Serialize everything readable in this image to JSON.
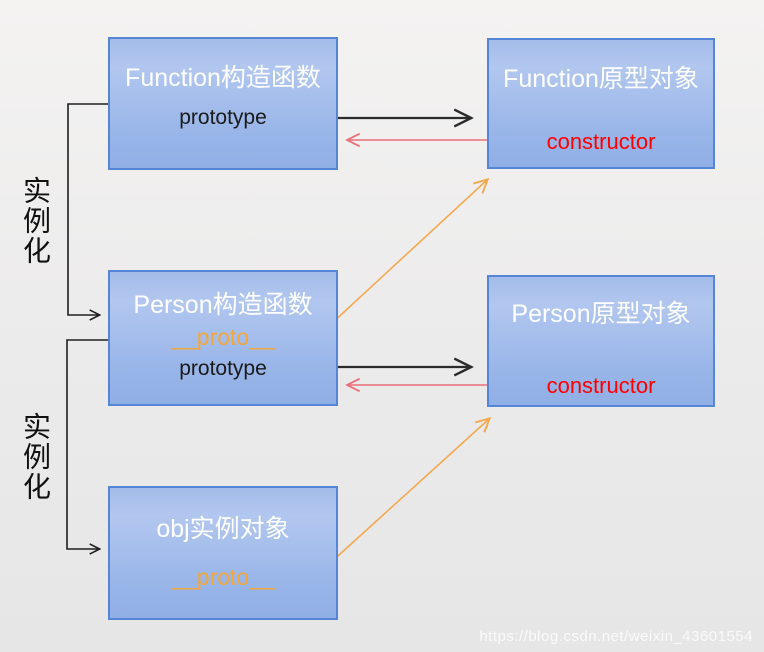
{
  "boxes": {
    "function_constructor": {
      "title": "Function构造函数",
      "prototype_label": "prototype"
    },
    "function_prototype": {
      "title": "Function原型对象",
      "constructor_label": "constructor"
    },
    "person_constructor": {
      "title": "Person构造函数",
      "proto_label": "__proto__",
      "prototype_label": "prototype"
    },
    "person_prototype": {
      "title": "Person原型对象",
      "constructor_label": "constructor"
    },
    "obj_instance": {
      "title": "obj实例对象",
      "proto_label": "__proto__"
    }
  },
  "labels": {
    "instantiate_top": "实例化",
    "instantiate_bottom": "实例化"
  },
  "watermark": "https://blog.csdn.net/weixin_43601554",
  "colors": {
    "box_border": "#5585d6",
    "box_fill_light": "#b2c7ef",
    "box_fill_dark": "#90afe5",
    "title_text": "#ffffff",
    "member_text": "#1a1a1a",
    "proto_text": "#f3a73a",
    "constructor_text": "#fe0000",
    "arrow_black": "#2b2b2b",
    "arrow_red": "#e97079",
    "arrow_orange": "#f4a950"
  }
}
